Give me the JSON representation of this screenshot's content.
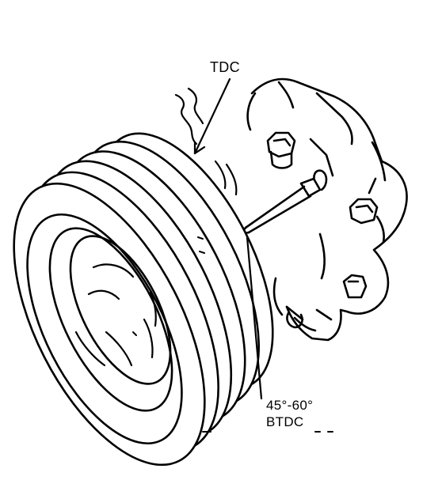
{
  "diagram": {
    "labels": {
      "tdc": "TDC",
      "angle": "45°-60°",
      "btdc": "BTDC"
    },
    "colors": {
      "ink": "#000000",
      "paper": "#ffffff"
    },
    "parts": [
      "crankshaft-pulley",
      "timing-pointer",
      "engine-front-cover",
      "mounting-bolt"
    ]
  }
}
